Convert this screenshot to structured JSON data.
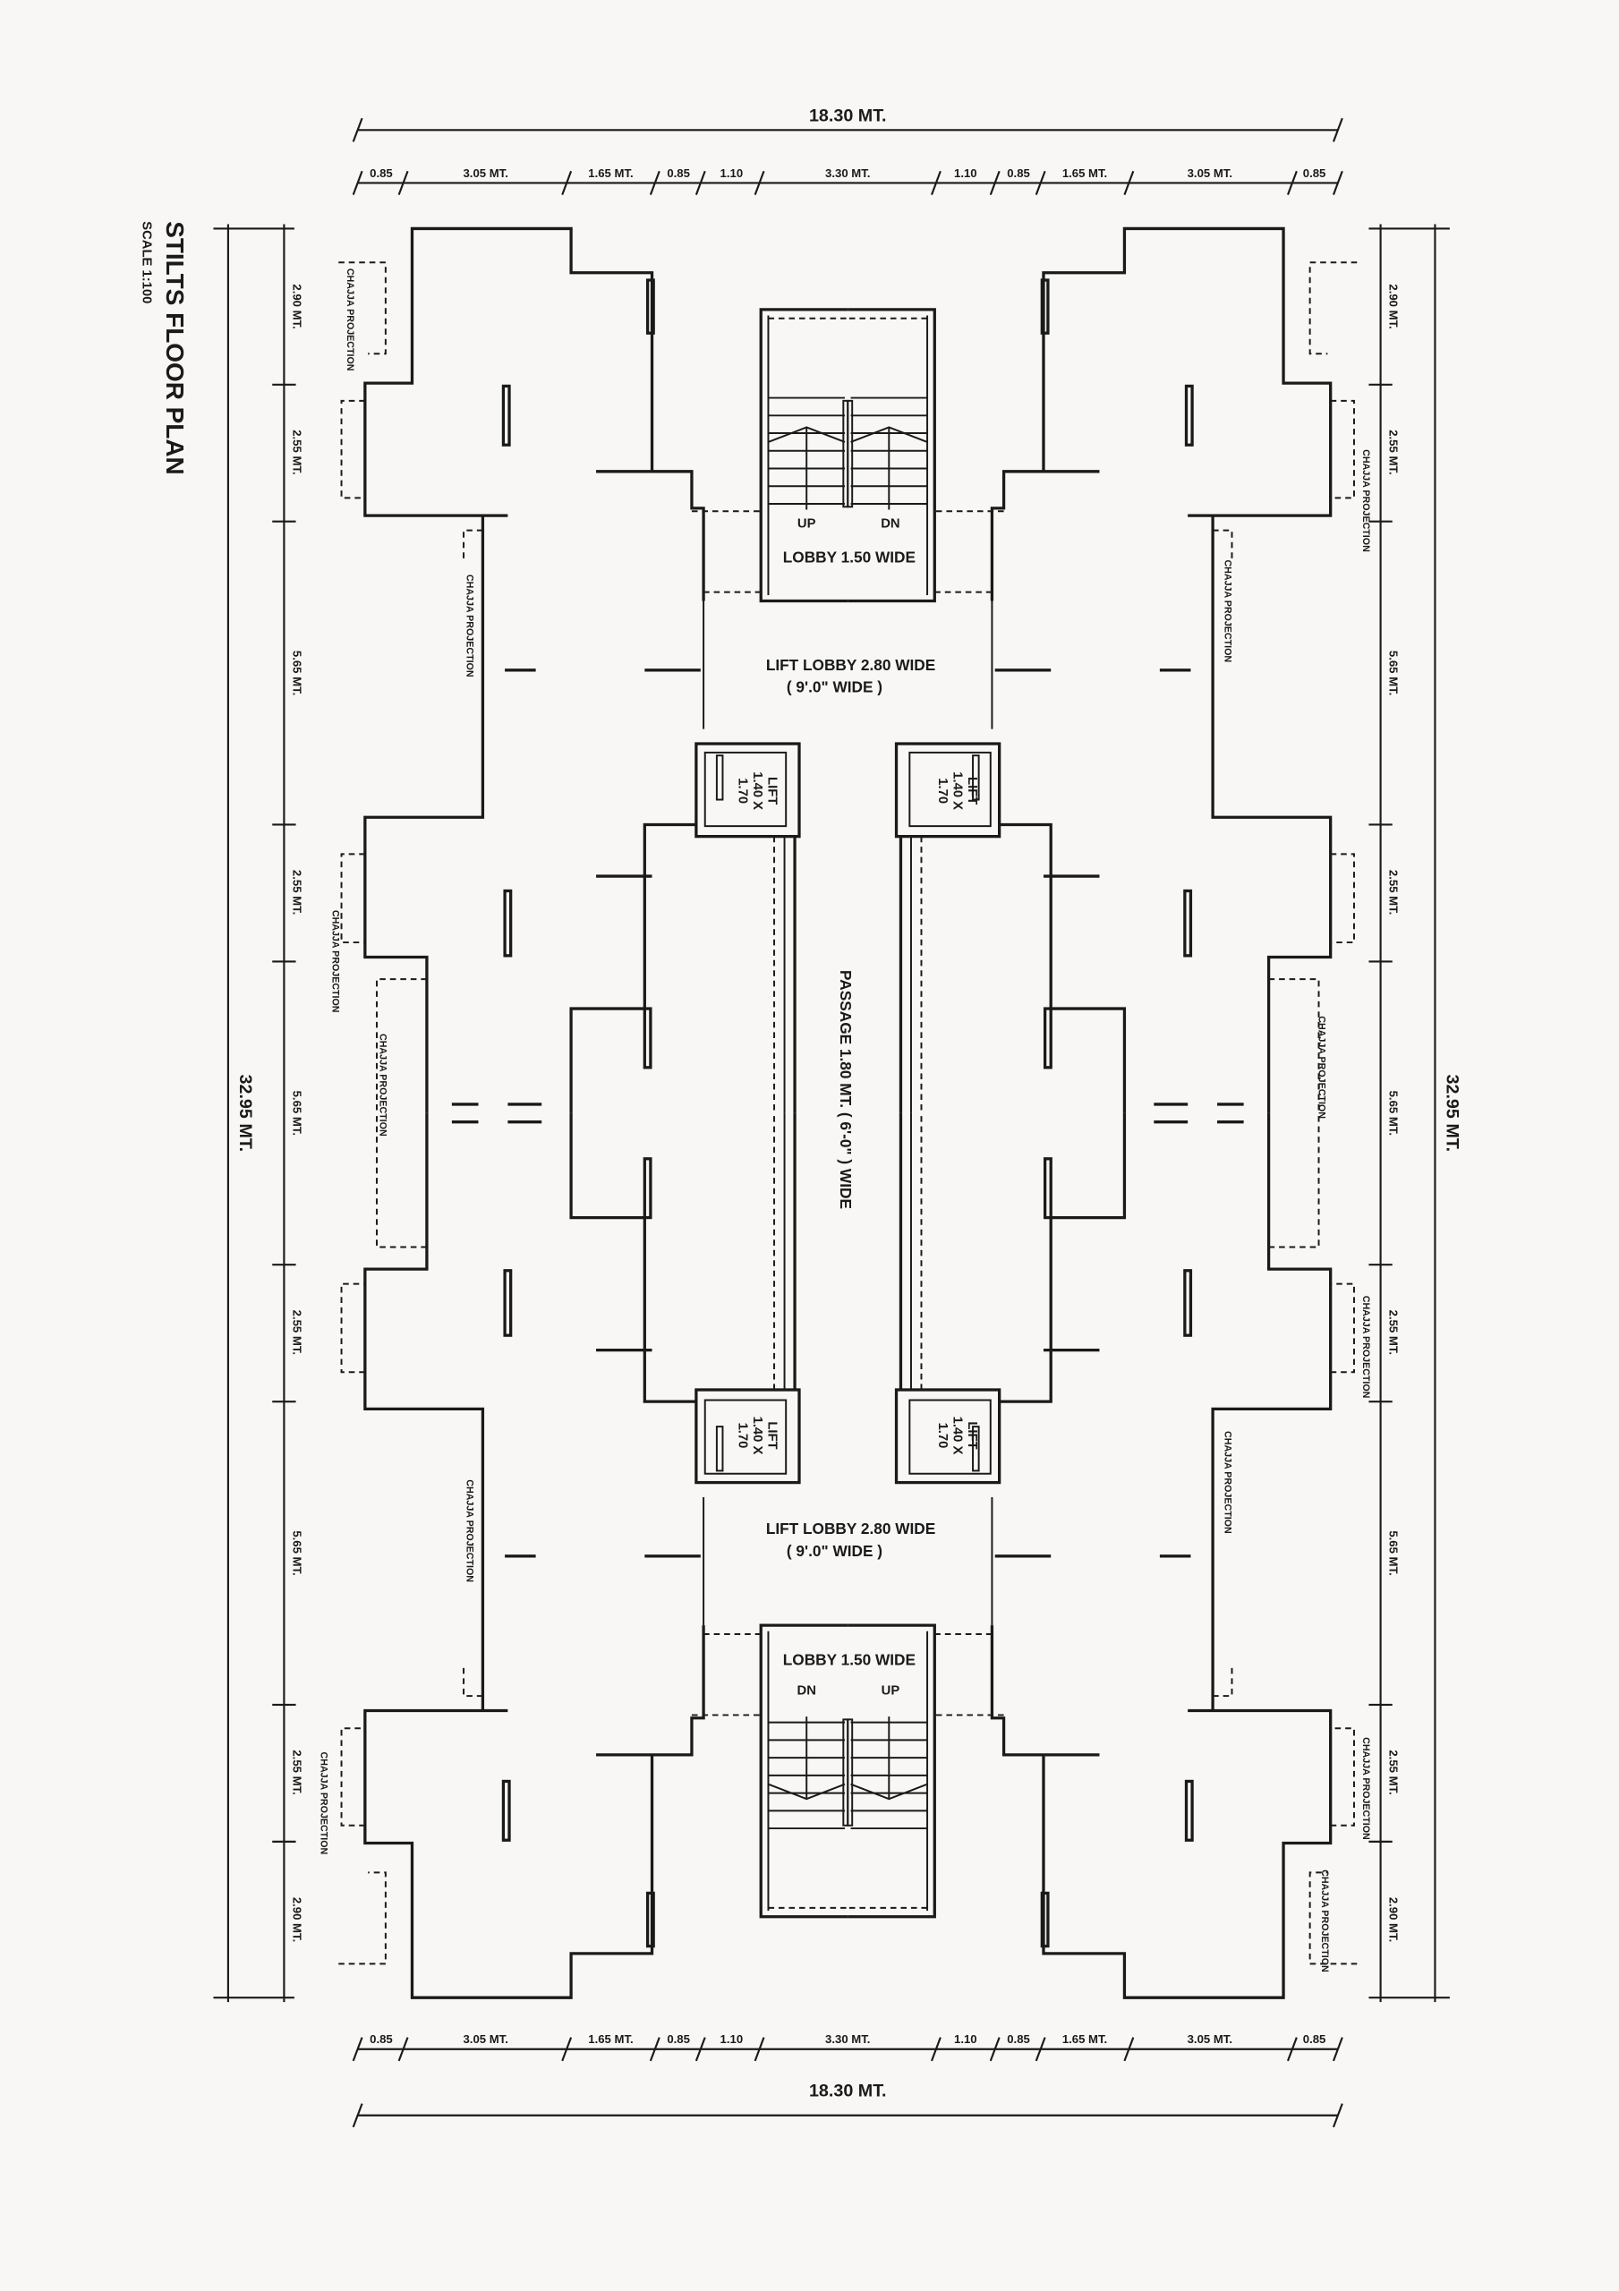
{
  "title": {
    "main": "STILTS FLOOR PLAN",
    "scale": "SCALE 1:100"
  },
  "overall_width": "18.30 MT.",
  "overall_length": "32.95 MT.",
  "width_segments": [
    "0.85",
    "3.05 MT.",
    "1.65 MT.",
    "0.85",
    "1.10",
    "3.30 MT.",
    "1.10",
    "0.85",
    "1.65 MT.",
    "3.05 MT.",
    "0.85"
  ],
  "length_segments": [
    "2.90 MT.",
    "2.55 MT.",
    "5.65 MT.",
    "2.55 MT.",
    "5.65 MT.",
    "2.55 MT.",
    "5.65 MT.",
    "2.55 MT.",
    "2.90 MT."
  ],
  "rooms": {
    "lobby": "LOBBY 1.50 WIDE",
    "up": "UP",
    "dn": "DN",
    "lift_lobby": "LIFT LOBBY 2.80 WIDE",
    "lift_lobby_imperial": "( 9'.0\" WIDE )",
    "lift_line1": "LIFT",
    "lift_line2": "1.40 X",
    "lift_line3": "1.70",
    "passage": "PASSAGE 1.80 MT. ( 6'-0\" ) WIDE",
    "chajja": "CHAJJA PROJECTION"
  }
}
